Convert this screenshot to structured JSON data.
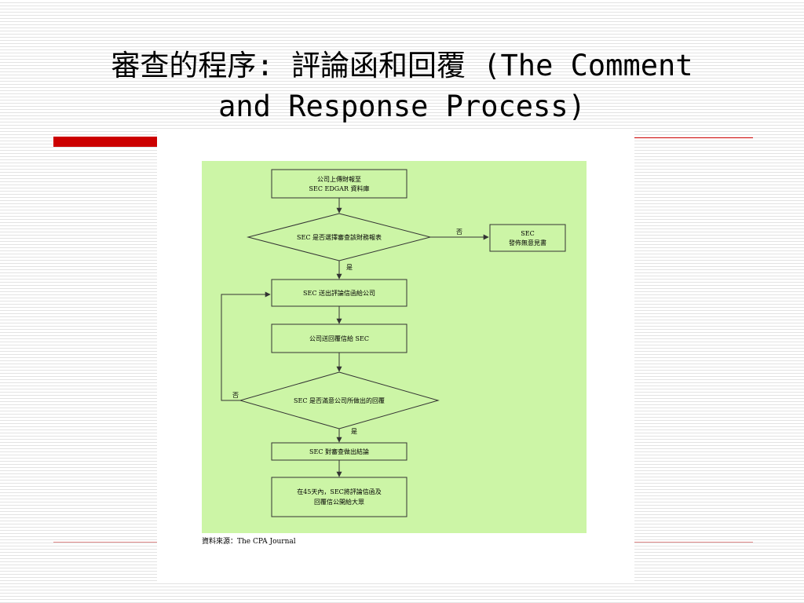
{
  "slide": {
    "title_line1": "審查的程序: 評論函和回覆 (The Comment",
    "title_line2": "and Response Process)"
  },
  "flowchart": {
    "nodes": {
      "upload": {
        "line1": "公司上傳財報至",
        "line2": "SEC EDGAR 資料庫"
      },
      "decide_review": {
        "text": "SEC 是否選擇審查該財務報表"
      },
      "no_comment": {
        "line1": "SEC",
        "line2": "發佈無意見書"
      },
      "send_comment": {
        "text": "SEC 送出評論信函給公司"
      },
      "company_reply": {
        "text": "公司送回覆信給 SEC"
      },
      "decide_satisfied": {
        "text": "SEC 是否滿意公司所做出的回覆"
      },
      "conclude": {
        "text": "SEC 對審查做出結論"
      },
      "publish": {
        "line1": "在45天內，SEC將評論信函及",
        "line2": "回覆信公開給大眾"
      }
    },
    "edge_labels": {
      "no_review": "否",
      "yes_review": "是",
      "no_satisfied": "否",
      "yes_satisfied": "是"
    },
    "source_note": "資料來源：The CPA Journal"
  },
  "colors": {
    "diagram_background": "#ccf5a6",
    "accent_red": "#cc0000",
    "node_border": "#333333"
  }
}
